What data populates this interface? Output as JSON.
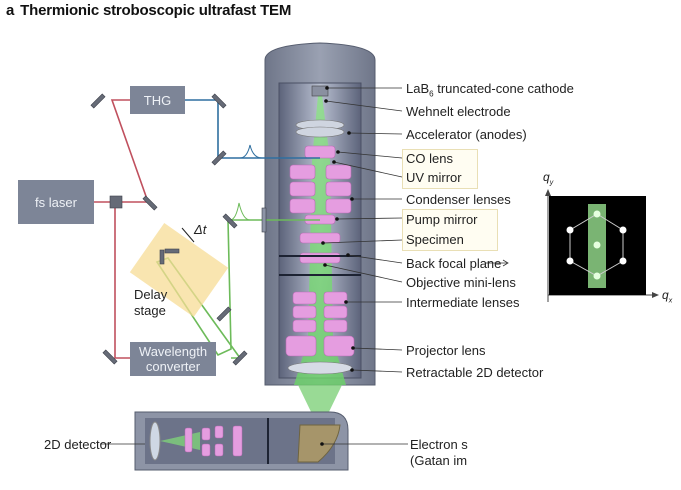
{
  "figure": {
    "panel_letter": "a",
    "title": "Thermionic stroboscopic ultrafast TEM"
  },
  "optics": {
    "laser": "fs laser",
    "thg": "THG",
    "wavelength_converter": "Wavelength converter",
    "delay_stage": "Delay stage",
    "delay_symbol": "Δt"
  },
  "column_labels": {
    "cathode_prefix": "LaB",
    "cathode_sub": "6",
    "cathode_suffix": " truncated-cone cathode",
    "wehnelt": "Wehnelt electrode",
    "accelerator": "Accelerator (anodes)",
    "co_lens": "CO lens",
    "uv_mirror": "UV mirror",
    "condenser": "Condenser lenses",
    "pump_mirror": "Pump mirror",
    "specimen": "Specimen",
    "back_focal_plane": "Back focal plane",
    "objective": "Objective mini-lens",
    "intermediate": "Intermediate lenses",
    "projector": "Projector lens",
    "retractable_detector": "Retractable 2D detector"
  },
  "spectrometer": {
    "detector_label": "2D detector",
    "electron_label_line1": "Electron s",
    "electron_label_line2": "(Gatan im"
  },
  "diffraction_inset": {
    "qx": "q",
    "qx_sub": "x",
    "qy": "q",
    "qy_sub": "y"
  },
  "colors": {
    "ir_beam": "#c0505e",
    "uv_beam": "#2f6fa0",
    "pump_beam": "#6dbb5a",
    "electron_beam": "#7fd17a",
    "lens": "#e59de0",
    "column": "#7d8597",
    "box": "#7d8597",
    "delay_stage": "#f7dc96"
  }
}
